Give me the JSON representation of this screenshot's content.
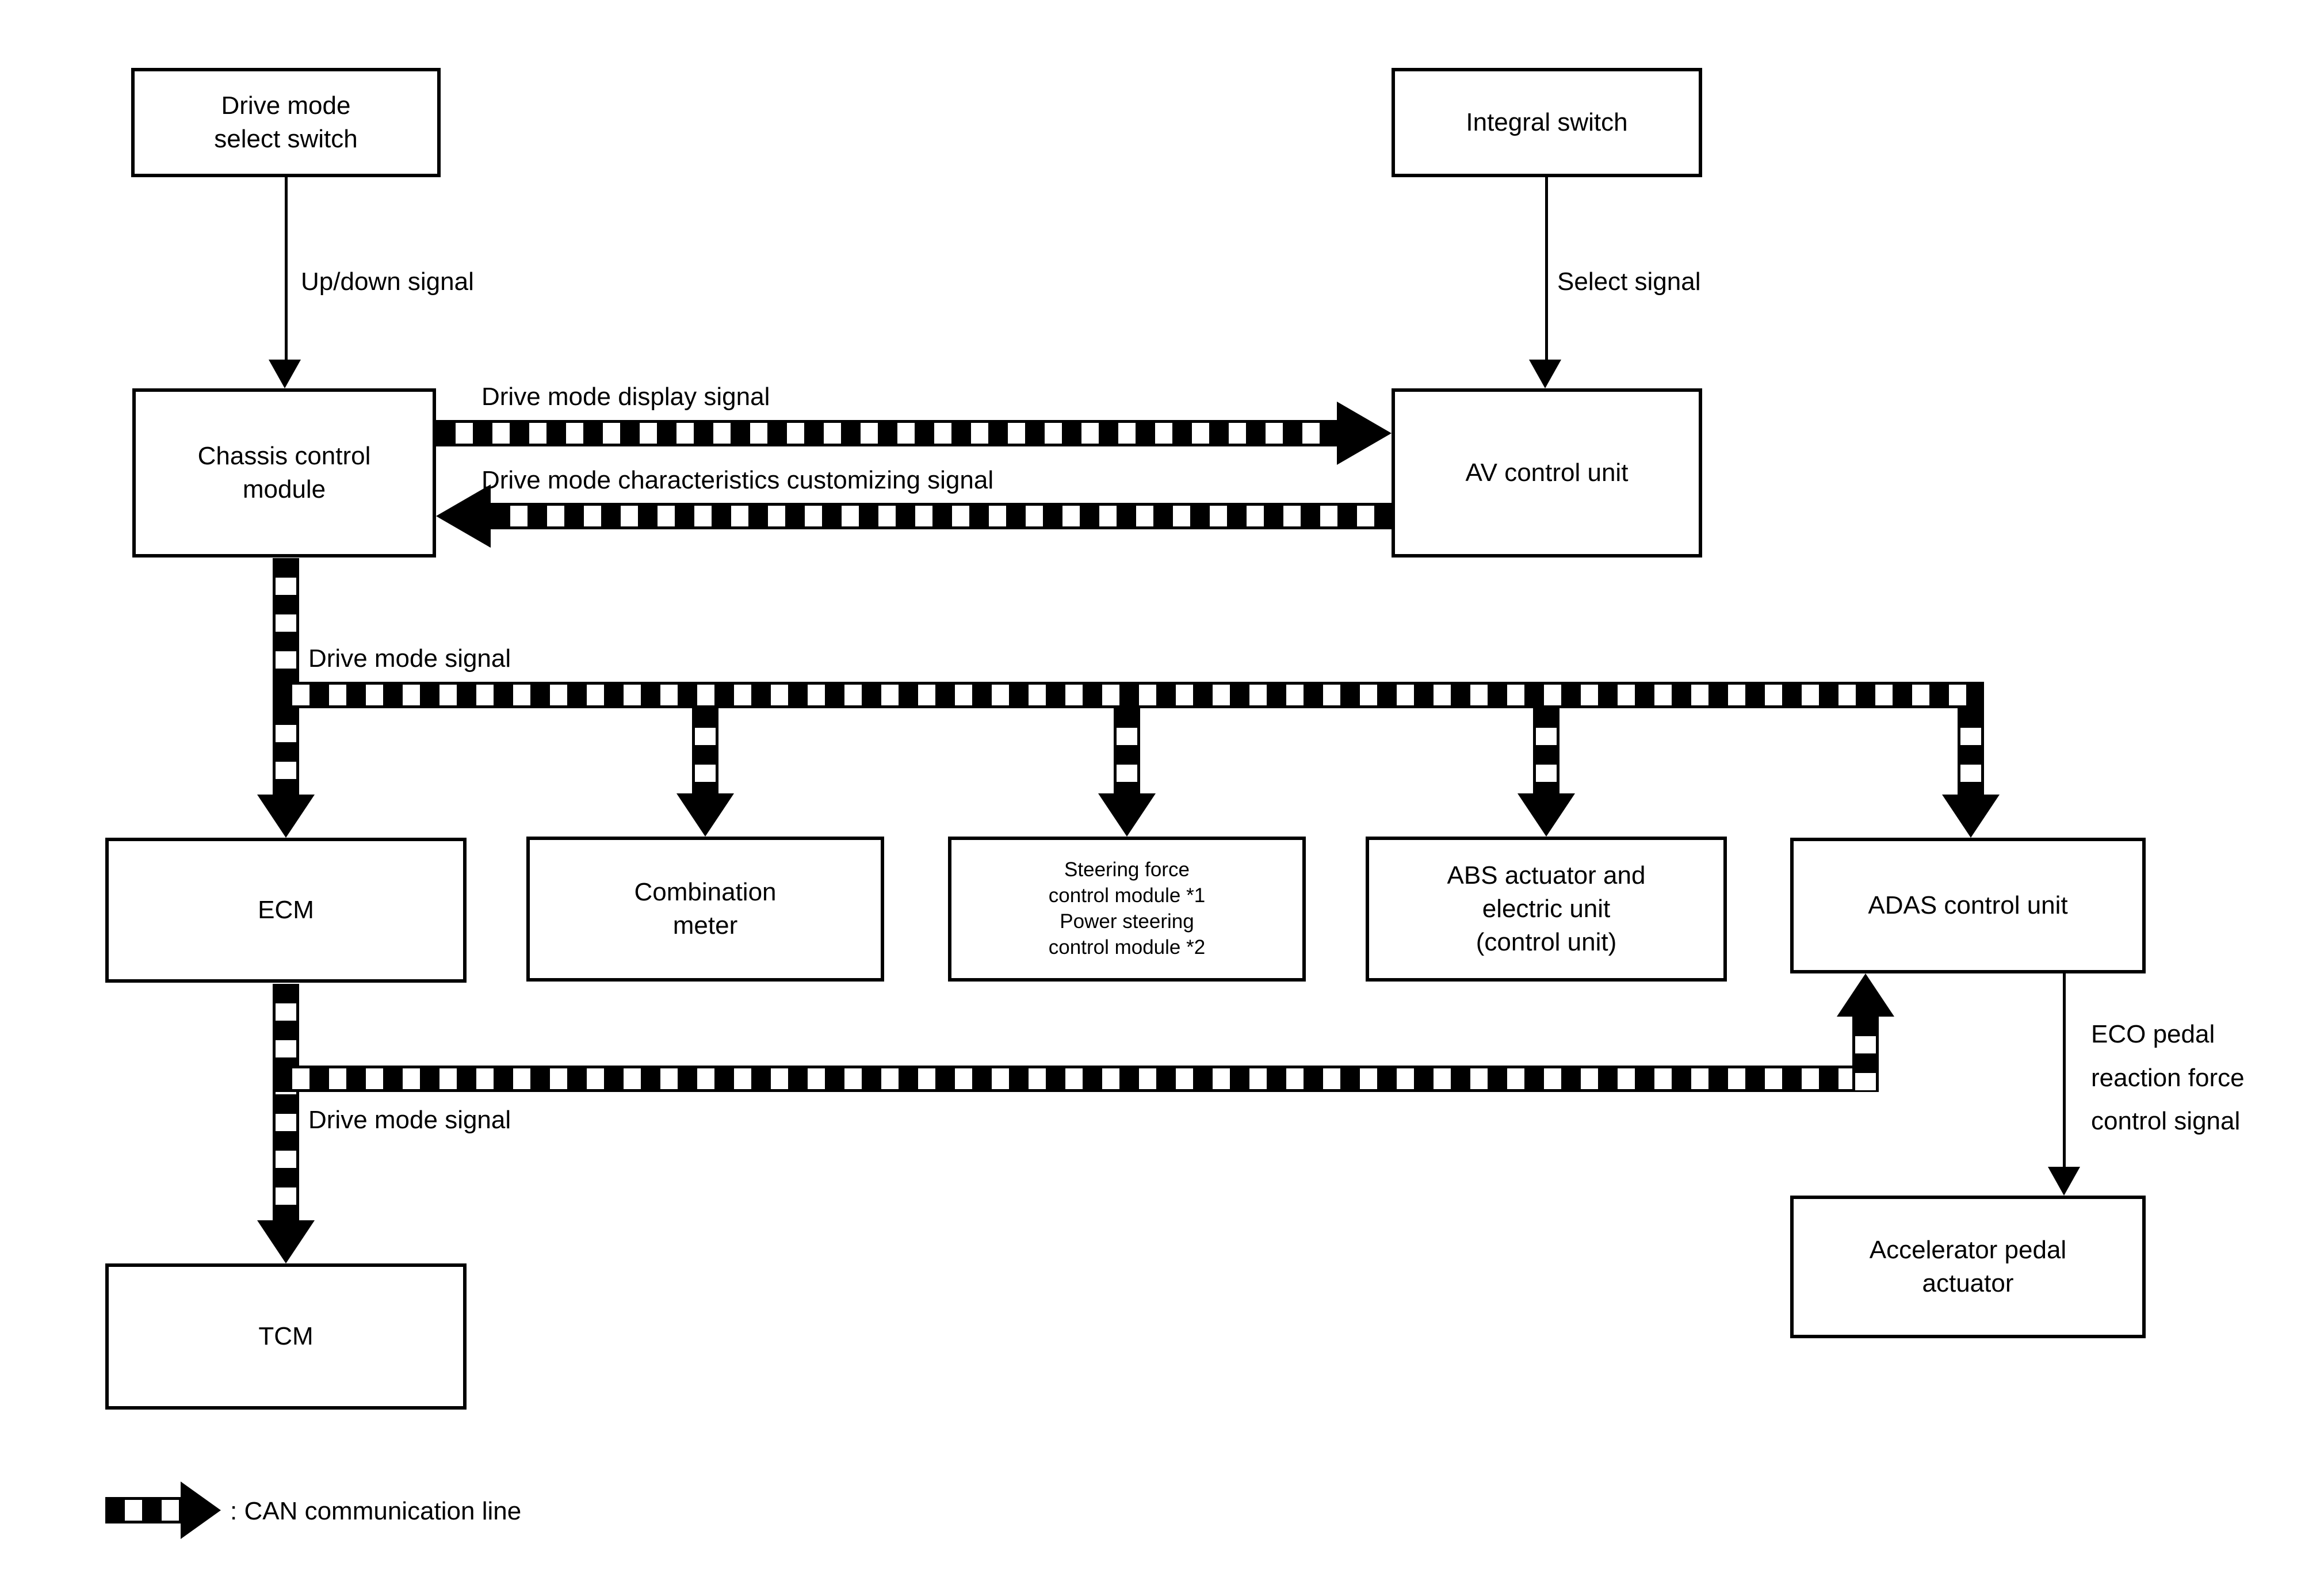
{
  "nodes": {
    "drive_mode_select_switch": {
      "label": "Drive mode\nselect switch"
    },
    "integral_switch": {
      "label": "Integral switch"
    },
    "chassis_control_module": {
      "label": "Chassis control\nmodule"
    },
    "av_control_unit": {
      "label": "AV control unit"
    },
    "ecm": {
      "label": "ECM"
    },
    "combination_meter": {
      "label": "Combination\nmeter"
    },
    "steering_force": {
      "label": "Steering force\ncontrol module *1\nPower steering\ncontrol module *2"
    },
    "abs_actuator": {
      "label": "ABS actuator and\nelectric unit\n(control unit)"
    },
    "adas_control_unit": {
      "label": "ADAS control unit"
    },
    "accelerator_pedal_actuator": {
      "label": "Accelerator pedal\nactuator"
    },
    "tcm": {
      "label": "TCM"
    }
  },
  "signals": {
    "up_down": "Up/down signal",
    "select": "Select signal",
    "drive_mode_display": "Drive mode display signal",
    "drive_mode_characteristics": "Drive mode characteristics customizing signal",
    "drive_mode_1": "Drive mode signal",
    "drive_mode_2": "Drive mode signal",
    "eco_pedal": "ECO pedal\nreaction force\ncontrol signal"
  },
  "legend": {
    "can_line": ": CAN communication line"
  },
  "colors": {
    "line": "#000000",
    "background": "#ffffff"
  }
}
